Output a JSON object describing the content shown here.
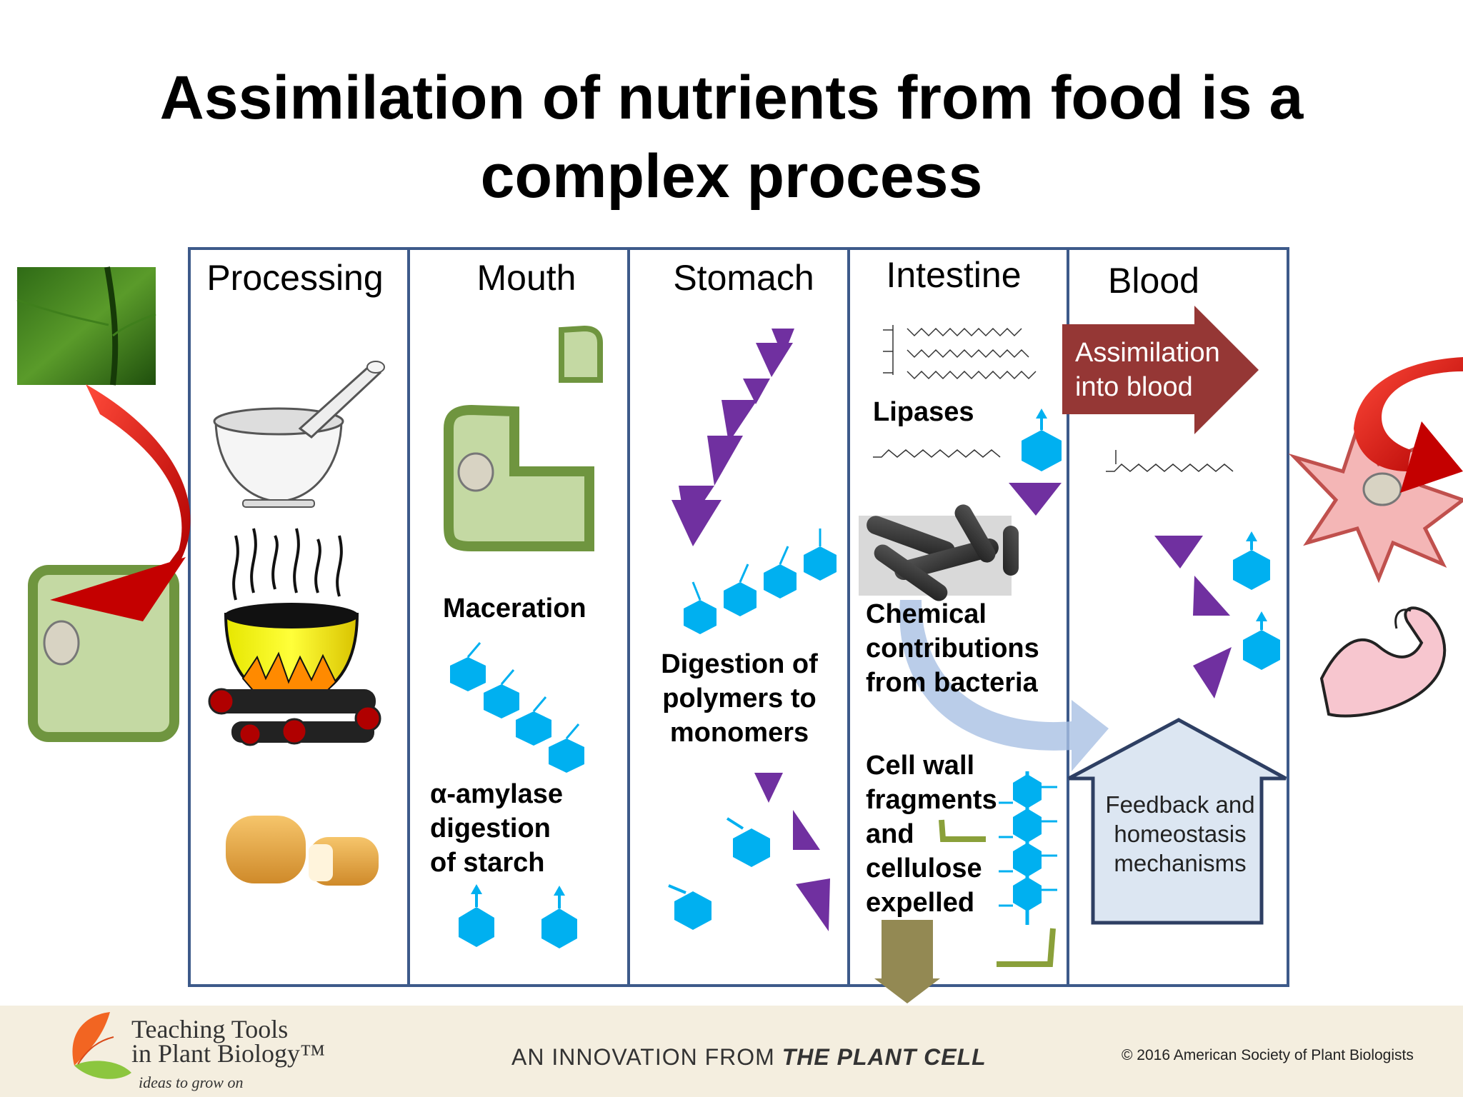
{
  "title": {
    "line1": "Assimilation of nutrients from food is a",
    "line2": "complex process"
  },
  "columns": [
    "Processing",
    "Mouth",
    "Stomach",
    "Intestine",
    "Blood"
  ],
  "labels": {
    "maceration": "Maceration",
    "amylase": [
      "α-amylase",
      "digestion",
      "of starch"
    ],
    "digestion": [
      "Digestion of",
      "polymers to",
      "monomers"
    ],
    "lipases": "Lipases",
    "chemical": [
      "Chemical",
      "contributions",
      "from bacteria"
    ],
    "cellwall": [
      "Cell wall",
      "fragments",
      "and",
      "cellulose",
      "expelled"
    ],
    "assimilation": [
      "Assimilation",
      "into blood"
    ],
    "feedback": [
      "Feedback and",
      "homeostasis",
      "mechanisms"
    ]
  },
  "footer": {
    "logo_line1": "Teaching Tools",
    "logo_line2": "in Plant Biology™",
    "logo_tagline": "ideas to grow on",
    "innovation_prefix": "AN INNOVATION FROM ",
    "innovation_source": "THE PLANT CELL",
    "copyright": "©  2016 American Society of Plant Biologists"
  },
  "colors": {
    "frame": "#3d5a8a",
    "glucose": "#00b0f0",
    "fatty_acid_triangle": "#7030a0",
    "cell_green": "#c4d9a3",
    "cell_border": "#6f953f",
    "red_arrow": "#d40000",
    "assimilation_arrow": "#953735",
    "feedback_fill": "#dce6f2",
    "cellwall_green": "#8aa03a",
    "expel_arrow": "#938953"
  },
  "icons": [
    "leaf-photo",
    "plant-cell-icon",
    "mortar-pestle-icon",
    "cooking-pot-fire-icon",
    "sponge-cake-icon",
    "bacteria-photo",
    "animal-cell-icon",
    "flexed-arm-icon"
  ]
}
